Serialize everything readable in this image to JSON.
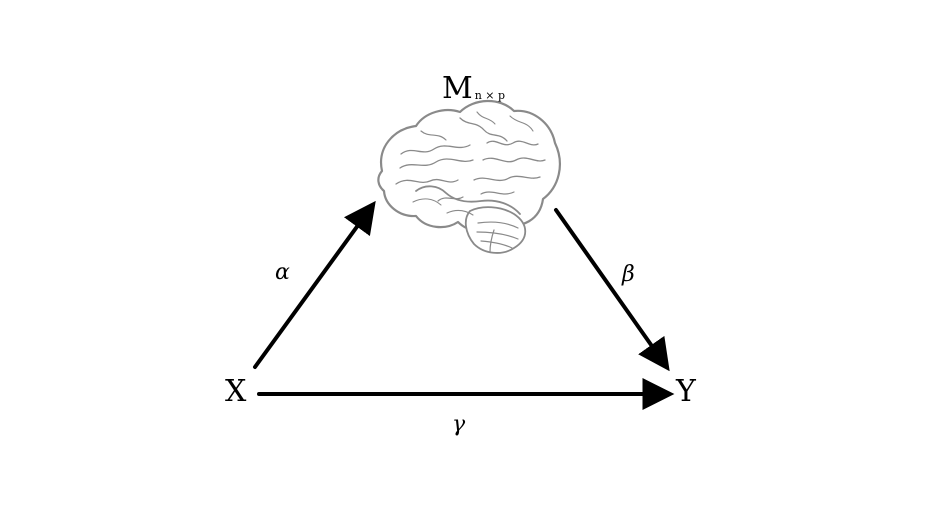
{
  "diagram": {
    "mediator": {
      "main": "M",
      "subscript": "n × p",
      "icon": "brain-icon"
    },
    "nodes": {
      "x": "X",
      "y": "Y"
    },
    "paths": {
      "alpha": "α",
      "beta": "β",
      "gamma": "γ"
    },
    "colors": {
      "text": "#000000",
      "arrow": "#000000",
      "brain_outline": "#8a8a8a",
      "brain_fill": "#ffffff",
      "background": "#ffffff"
    }
  }
}
